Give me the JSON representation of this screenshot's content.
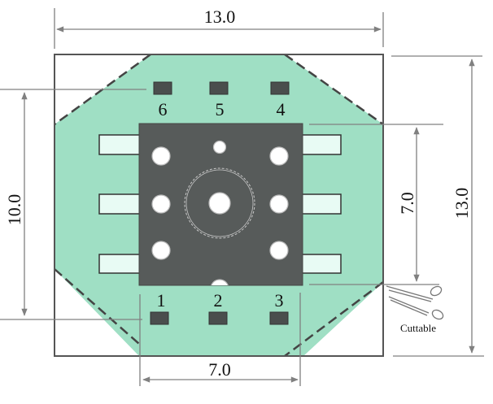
{
  "colors": {
    "board_fill": "#9fdfc4",
    "board_outline": "#555555",
    "package_fill": "#575b5a",
    "pad_fill": "#4a4e4d",
    "tab_fill": "#e8fbf4",
    "hole_fill": "#ffffff",
    "dimension_line": "#808080"
  },
  "dimensions": {
    "top_width": "13.0",
    "bottom_width": "7.0",
    "left_height": "10.0",
    "right_inner_height": "7.0",
    "right_outer_height": "13.0"
  },
  "pins": {
    "top": [
      {
        "label": "6"
      },
      {
        "label": "5"
      },
      {
        "label": "4"
      }
    ],
    "bottom": [
      {
        "label": "1"
      },
      {
        "label": "2"
      },
      {
        "label": "3"
      }
    ]
  },
  "annotation": {
    "cuttable_label": "Cuttable",
    "icon": "scissors-icon"
  }
}
